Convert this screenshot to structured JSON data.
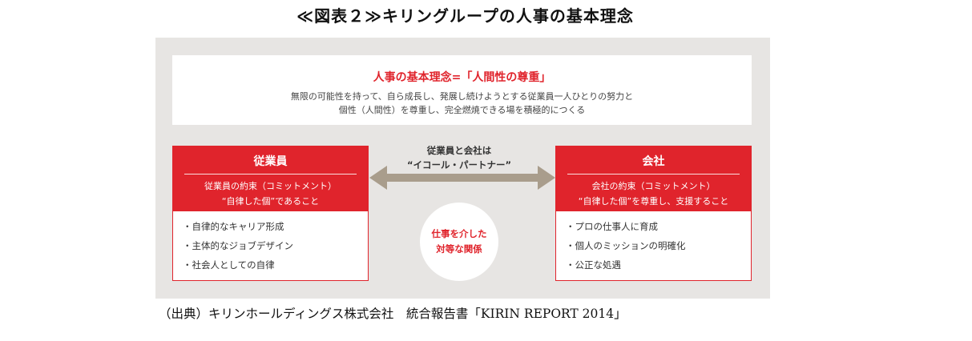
{
  "figure": {
    "title": "≪図表２≫キリングループの人事の基本理念"
  },
  "principle": {
    "title": "人事の基本理念=「人間性の尊重」",
    "line1": "無限の可能性を持って、自ら成長し、発展し続けようとする従業員一人ひとりの努力と",
    "line2": "個性（人間性）を尊重し、完全燃焼できる場を積極的につくる"
  },
  "relation": {
    "line1": "従業員と会社は",
    "line2": "“イコール・パートナー”"
  },
  "circle": {
    "line1": "仕事を介した",
    "line2": "対等な関係"
  },
  "employee": {
    "title": "従業員",
    "promise_line1": "従業員の約束（コミットメント）",
    "promise_line2": "“自律した個”であること",
    "items": [
      "・自律的なキャリア形成",
      "・主体的なジョブデザイン",
      "・社会人としての自律"
    ]
  },
  "company": {
    "title": "会社",
    "promise_line1": "会社の約束（コミットメント）",
    "promise_line2": "“自律した個”を尊重し、支援すること",
    "items": [
      "・プロの仕事人に育成",
      "・個人のミッションの明確化",
      "・公正な処遇"
    ]
  },
  "source": {
    "text": "（出典）キリンホールディングス株式会社　統合報告書「KIRIN REPORT 2014」"
  },
  "colors": {
    "accent": "#e0242c",
    "panel": "#e7e5e3",
    "arrow": "#a99d8c"
  }
}
